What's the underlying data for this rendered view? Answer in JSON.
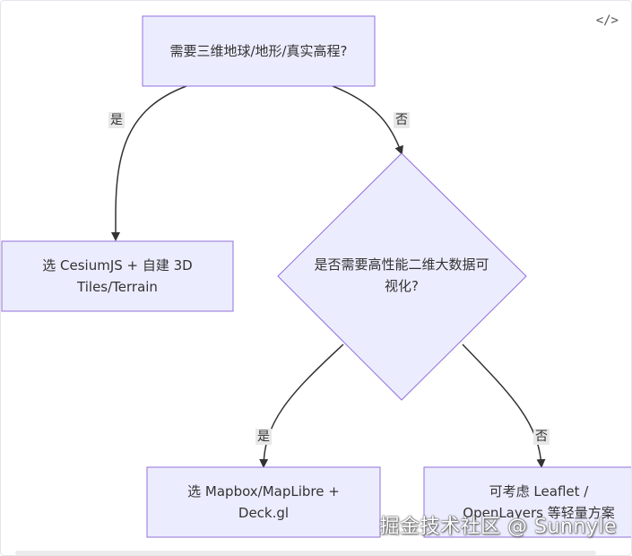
{
  "toolbar": {
    "code_icon": "</>"
  },
  "nodes": {
    "start": "需要三维地球/地形/真实高程?",
    "cesium": "选 CesiumJS + 自建 3D Tiles/Terrain",
    "decision": "是否需要高性能二维大数据可视化?",
    "mapbox": "选 Mapbox/MapLibre + Deck.gl",
    "leaflet": "可考虑 Leaflet / OpenLayers 等轻量方案"
  },
  "edges": {
    "yes_1": "是",
    "no_1": "否",
    "yes_2": "是",
    "no_2": "否"
  },
  "watermark": "掘金技术社区 @ Sunnyle",
  "colors": {
    "node_fill": "#ECECFF",
    "node_stroke": "#9370DB",
    "line": "#333333"
  }
}
